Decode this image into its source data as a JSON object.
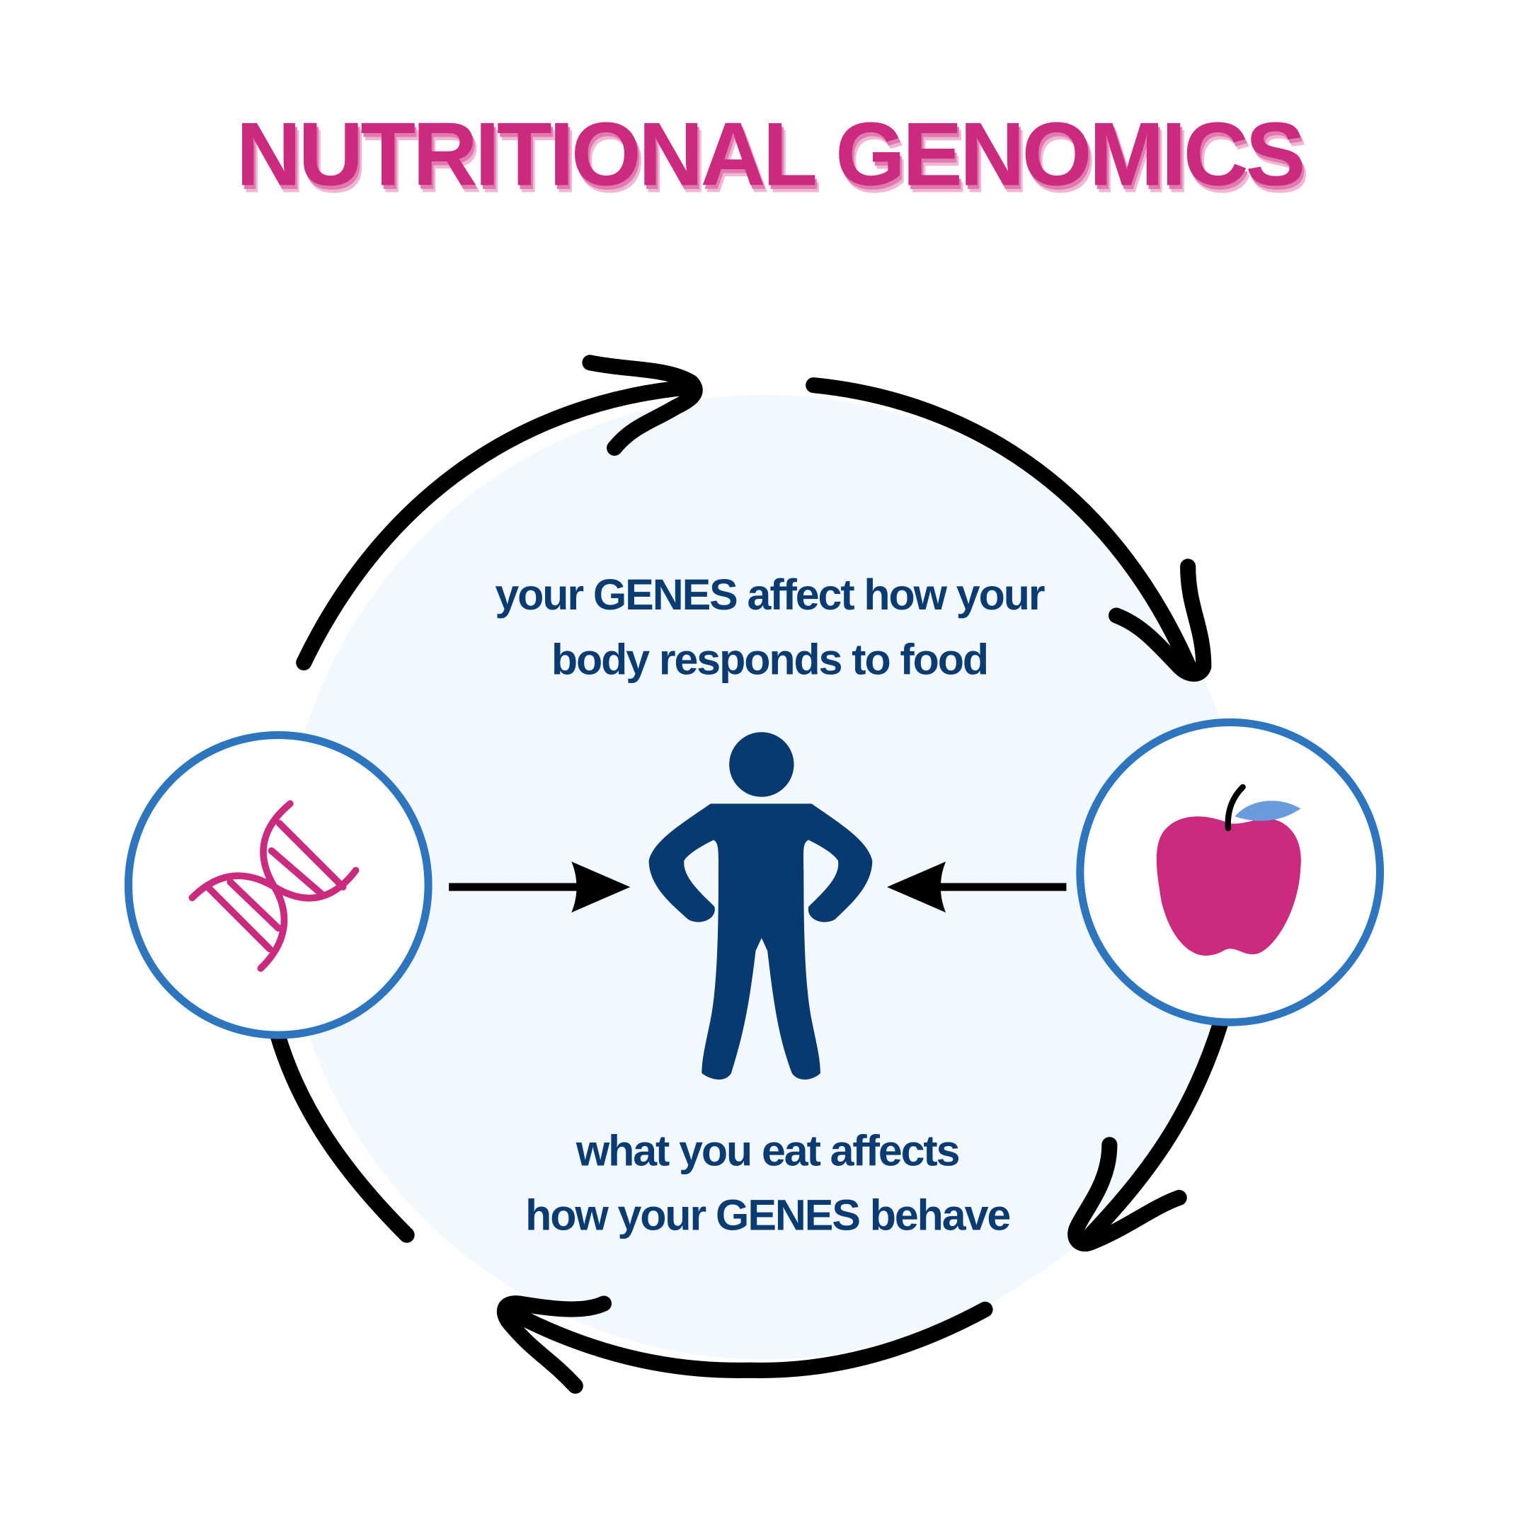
{
  "title": "NUTRITIONAL GENOMICS",
  "top_caption": {
    "line1": "your GENES affect how your",
    "line2": "body responds to food"
  },
  "bottom_caption": {
    "line1": "what you eat affects",
    "line2": "how your GENES behave"
  },
  "icons": {
    "left": "dna-icon",
    "center": "person-icon",
    "right": "apple-icon"
  },
  "colors": {
    "title": "#cc2a7e",
    "text": "#0b3b73",
    "ring": "#2e75c0",
    "background_circle": "#f2f8fe",
    "apple": "#cc2a7e",
    "leaf": "#6a9bdc",
    "person": "#063a70"
  }
}
